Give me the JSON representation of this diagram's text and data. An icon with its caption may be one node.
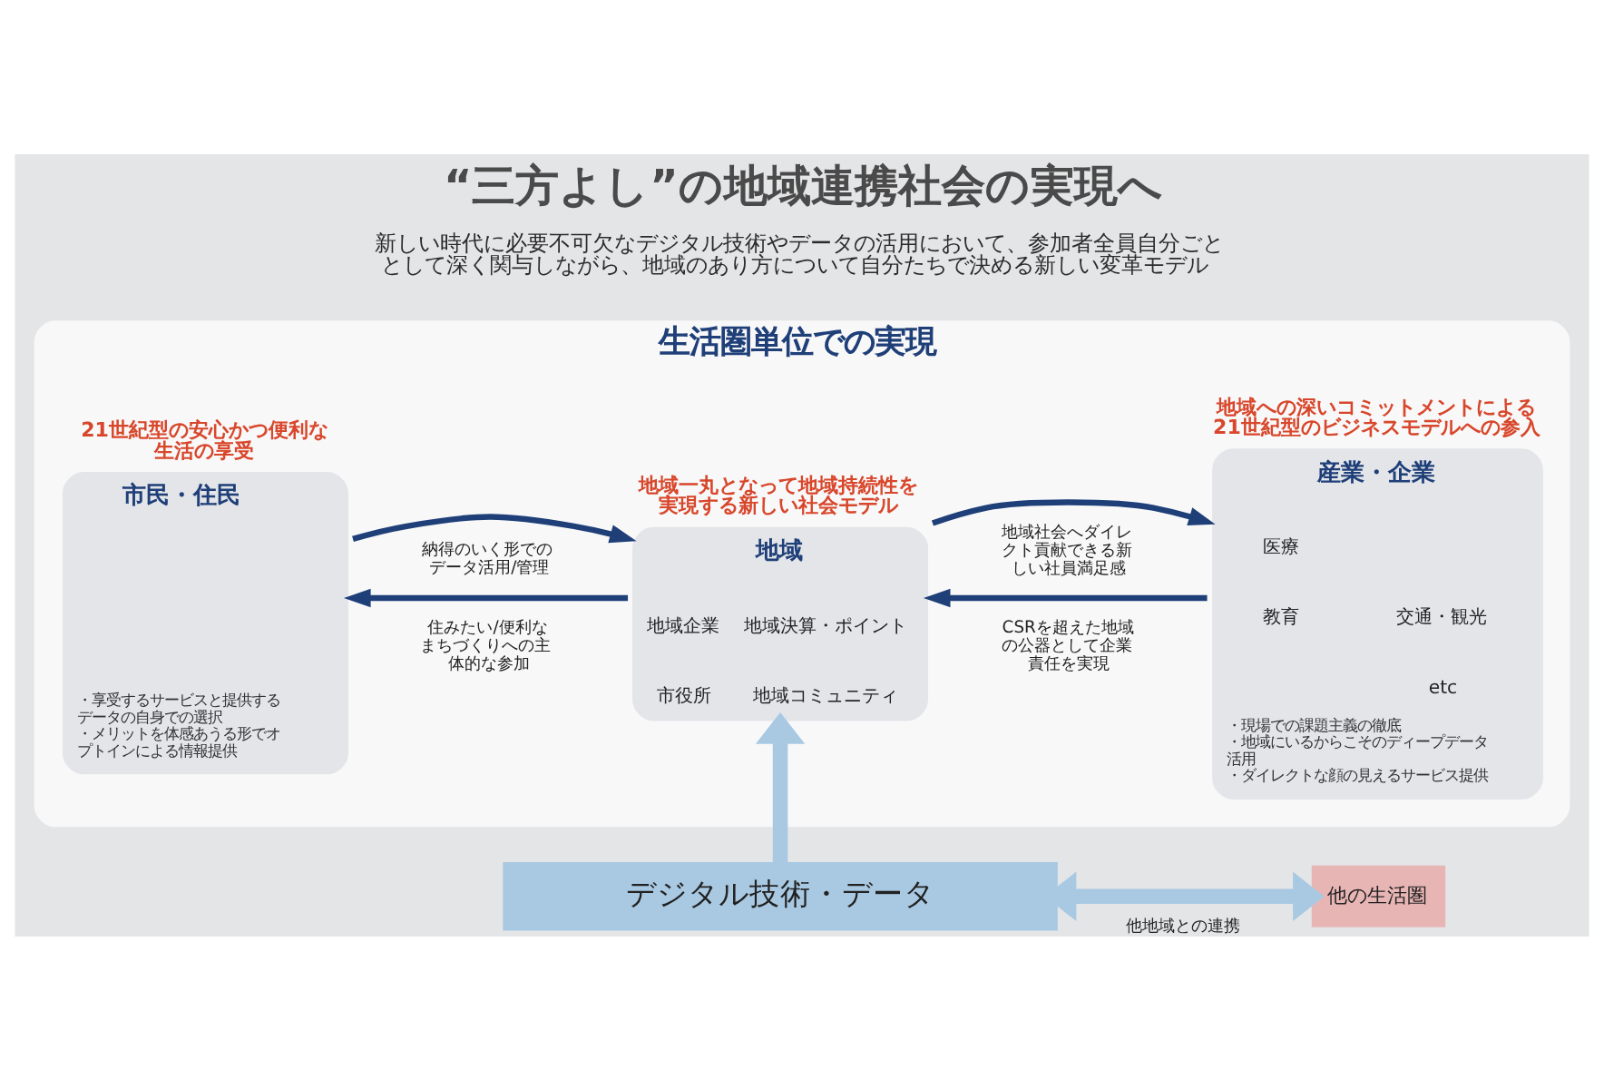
{
  "diagram": {
    "title": "“三方よし”の地域連携社会の実現へ",
    "caption": "新しい時代に必要不可欠なデジタル技術やデータの活用において、参加者全員自分ごととして深く関与しながら、地域のあり方について自分たちで決める新しい変革モデル",
    "nodes": [
      {
        "text": [
          "生活圏単位での実現"
        ]
      },
      {
        "text": [
          "21世紀型の安心かつ便利な生活の享受",
          "市民・住民",
          "・享受するサービスと提供するデータの自身での選択",
          "・メリットを体感あうる形でオプトインによる情報提供"
        ],
        "in": 0
      },
      {
        "text": [
          "地域一丸となって地域持続性を実現する新しい社会モデル",
          "地域",
          "地域企業",
          "地域決算・ポイント",
          "市役所",
          "地域コミュニティ"
        ],
        "in": 0
      },
      {
        "text": [
          "地域への深いコミットメントによる21世紀型のビジネスモデルへの参入",
          "産業・企業",
          "医療",
          "教育",
          "交通・観光",
          "etc",
          "・現場での課題主義の徹底",
          "・地域にいるからこそのディープデータ活用",
          "・ダイレクトな顔の見えるサービス提供"
        ],
        "in": 0
      },
      {
        "text": [
          "デジタル技術・データ"
        ]
      },
      {
        "text": [
          "他の生活圏"
        ]
      }
    ],
    "edges": [
      {
        "from": 2,
        "to": 1,
        "arrow": "to",
        "label": "住みたい/便利なまちづくりへの主体的な参加"
      },
      {
        "from": 1,
        "to": 2,
        "arrow": "to",
        "label": "納得のいく形でのデータ活用/管理"
      },
      {
        "from": 3,
        "to": 2,
        "arrow": "to",
        "label": "CSRを超えた地域の公器として企業責任を実現"
      },
      {
        "from": 2,
        "to": 3,
        "arrow": "to",
        "label": "地域社会へダイレクト貢献できる新しい社員満足感"
      },
      {
        "from": 4,
        "to": 2,
        "arrow": "to",
        "style": "thick",
        "color": "#a9c9e3"
      },
      {
        "from": 4,
        "to": 5,
        "arrow": "both",
        "label": "他地域との連携",
        "style": "thick",
        "color": "#a9c9e3"
      }
    ]
  }
}
